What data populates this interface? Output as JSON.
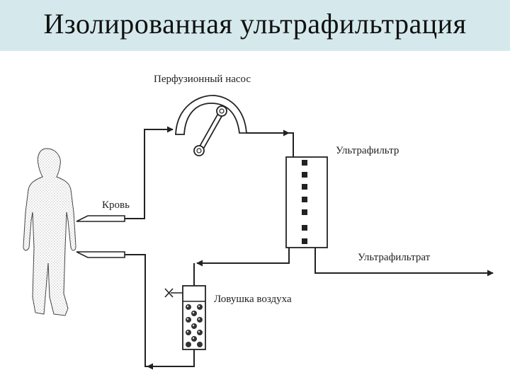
{
  "title": "Изолированная ультрафильтрация",
  "labels": {
    "pump": "Перфузионный насос",
    "ultrafilter": "Ультрафильтр",
    "blood": "Кровь",
    "ultrafiltrate": "Ультрафильтрат",
    "air_trap": "Ловушка воздуха"
  },
  "icons": [
    "person-silhouette-icon",
    "pump-icon",
    "filter-icon",
    "air-trap-icon",
    "clamp-icon"
  ]
}
